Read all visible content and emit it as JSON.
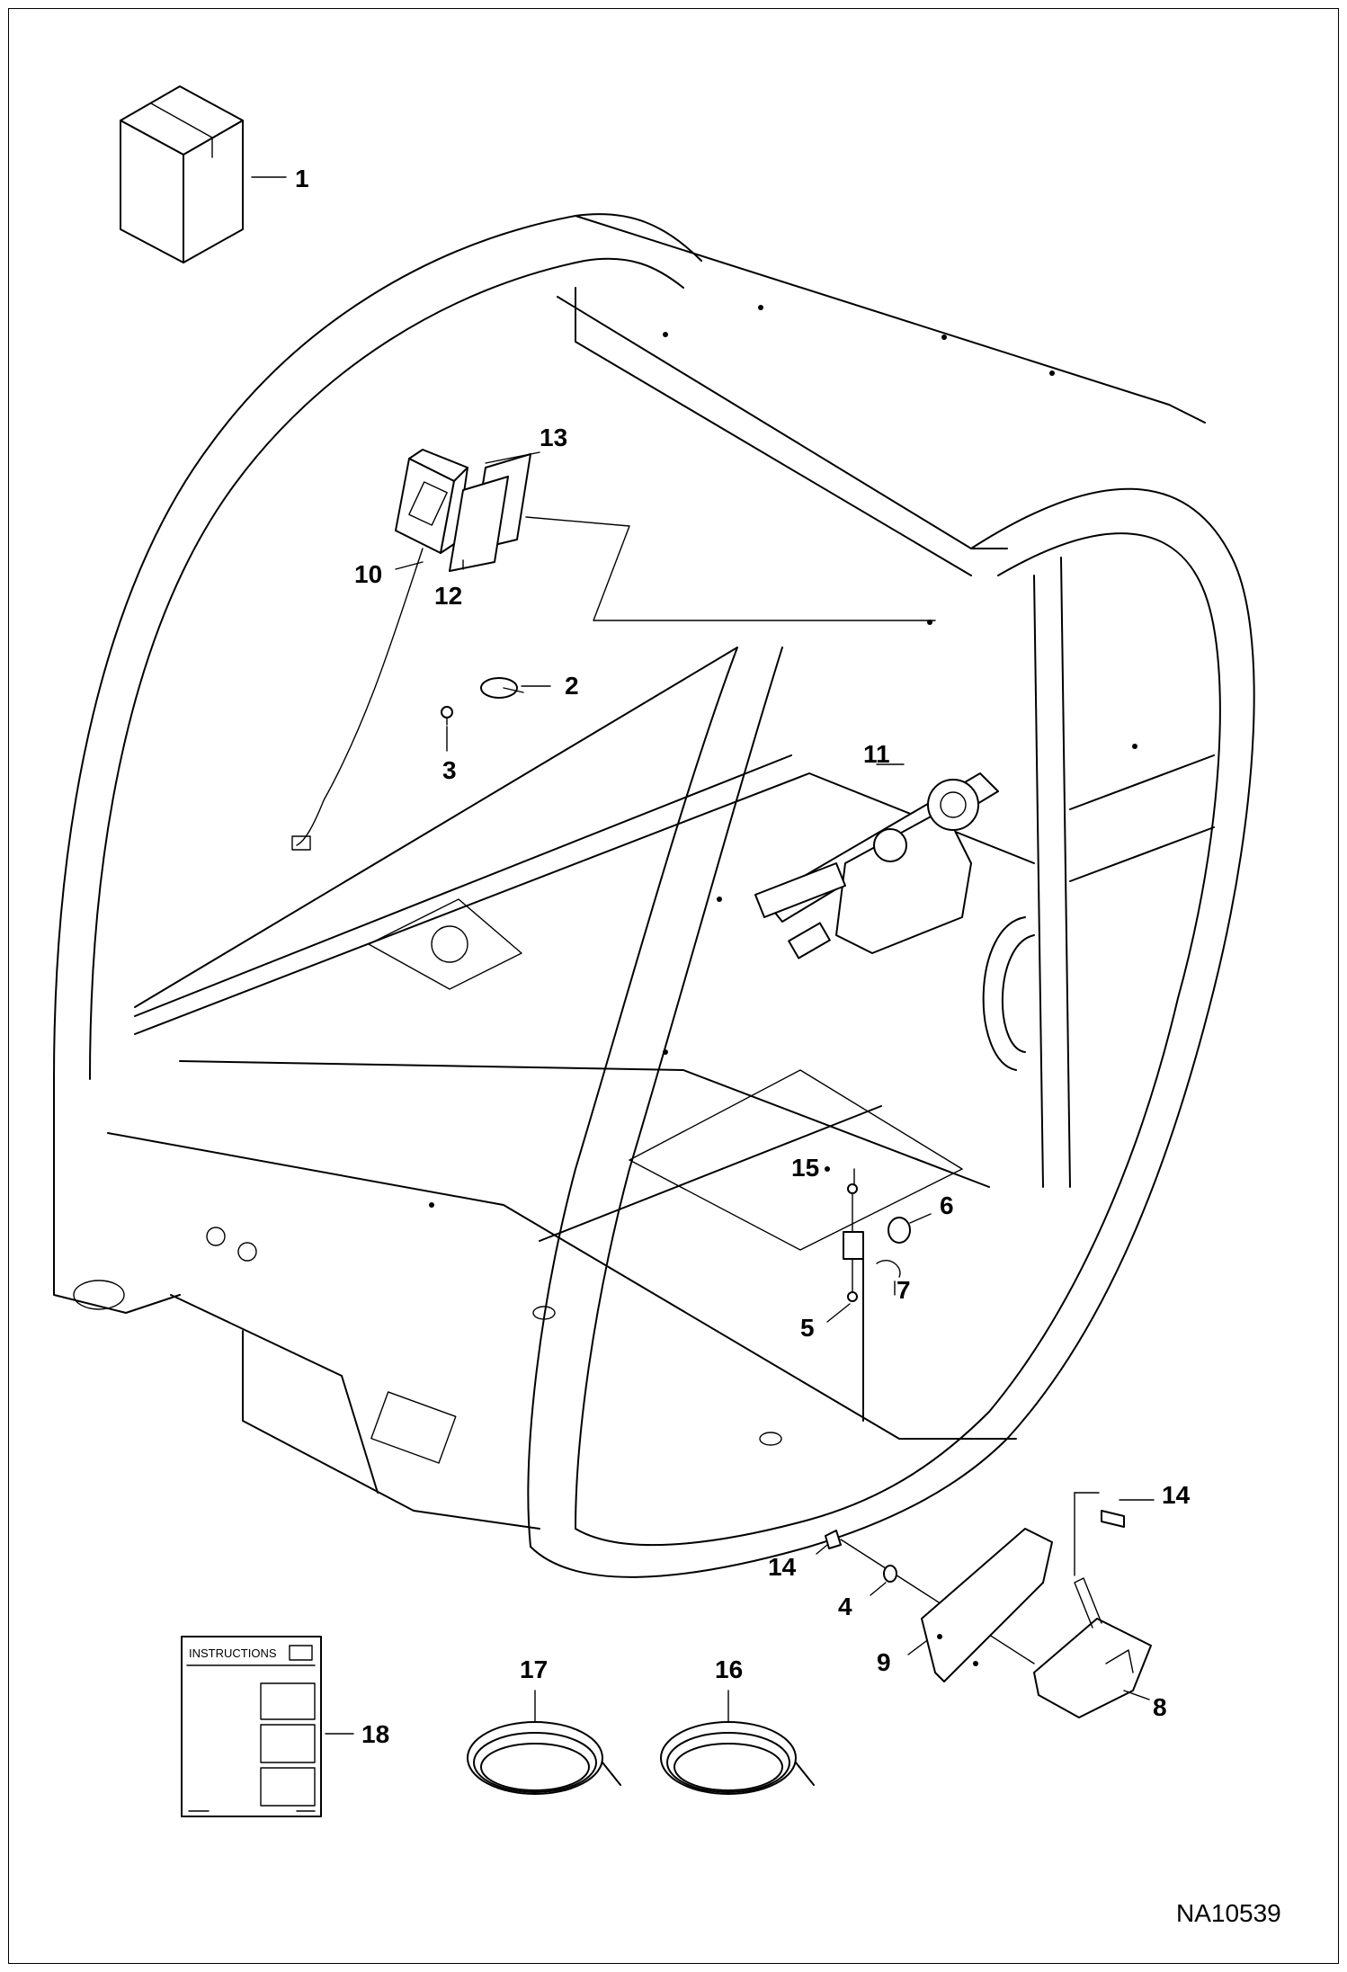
{
  "drawing_id": "NA10539",
  "callouts": [
    "1",
    "2",
    "3",
    "4",
    "5",
    "6",
    "7",
    "8",
    "9",
    "10",
    "11",
    "12",
    "13",
    "14",
    "14",
    "15",
    "16",
    "17",
    "18"
  ],
  "instructions_sheet": {
    "title": "INSTRUCTIONS"
  }
}
